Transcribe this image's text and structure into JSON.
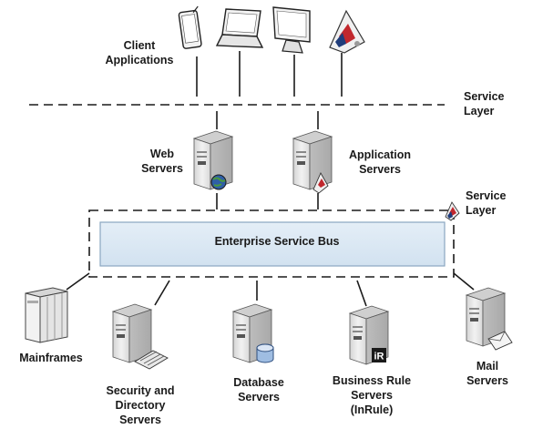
{
  "labels": {
    "client_applications": "Client\nApplications",
    "service_layer_top": "Service\nLayer",
    "web_servers": "Web\nServers",
    "application_servers": "Application\nServers",
    "service_layer_right": "Service\nLayer",
    "esb": "Enterprise Service Bus",
    "mainframes": "Mainframes",
    "security_directory_servers": "Security and\nDirectory\nServers",
    "database_servers": "Database\nServers",
    "business_rule_servers": "Business Rule\nServers\n(InRule)",
    "mail_servers": "Mail\nServers"
  },
  "icons": {
    "tablet": "tablet-icon",
    "laptop": "laptop-icon",
    "monitor": "monitor-icon",
    "inrule": "inrule-logo-icon",
    "server": "server-icon",
    "globe": "globe-icon",
    "database": "database-icon",
    "mainframe": "mainframe-icon",
    "keyboard": "keyboard-icon",
    "envelope": "envelope-icon",
    "ir_badge": "ir-badge-icon"
  },
  "colors": {
    "esb_fill": "#dbe8f3",
    "esb_border": "#8aa6c0",
    "line": "#1a1a1a",
    "server_body": "#e6e6e6"
  }
}
